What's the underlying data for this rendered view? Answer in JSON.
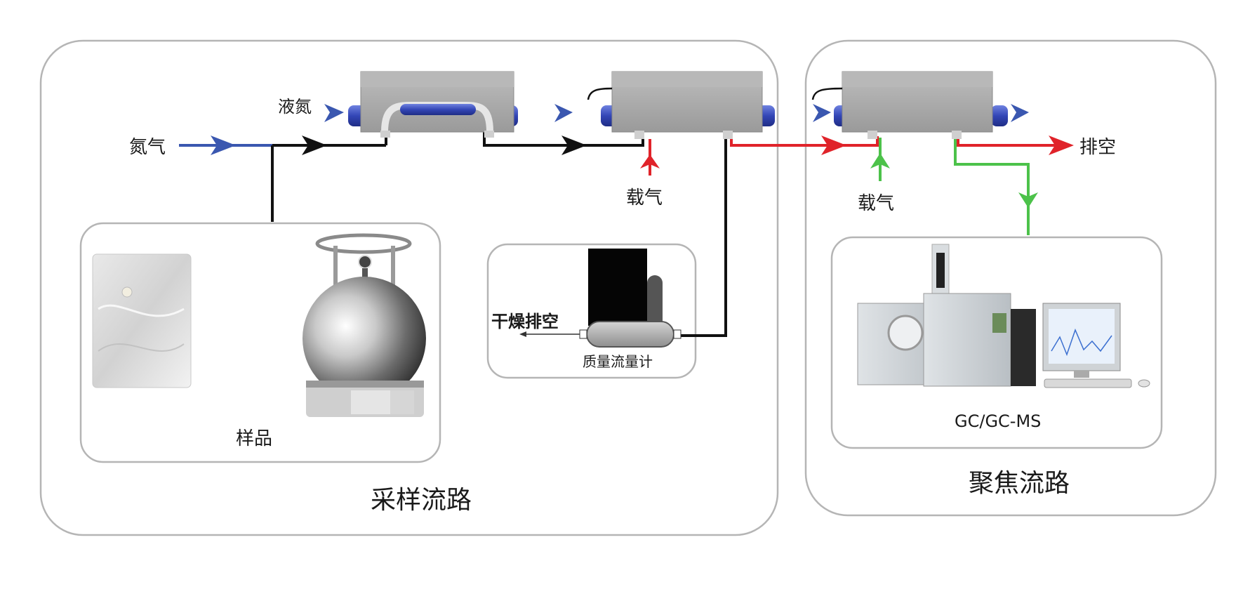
{
  "labels": {
    "nitrogen": "氮气",
    "liquid_nitrogen": "液氮",
    "carrier_gas_1": "载气",
    "carrier_gas_2": "载气",
    "vent": "排空",
    "dry_vent": "干燥排空",
    "mass_flow_meter": "质量流量计",
    "sample": "样品",
    "gc_ms": "GC/GC-MS",
    "sampling_path": "采样流路",
    "focusing_path": "聚焦流路"
  },
  "colors": {
    "nitrogen_line": "#3a57b0",
    "sample_line": "#111111",
    "carrier_red": "#e0232a",
    "focus_green": "#4cc24a",
    "trap_body": "#9c9c9c",
    "tube_blue": "#3b4fbf",
    "panel_border": "#b5b5b5"
  },
  "icons": [
    "cold-trap-icon",
    "gas-bag-icon",
    "canister-icon",
    "mass-flow-meter-icon",
    "gc-ms-instrument-icon"
  ]
}
